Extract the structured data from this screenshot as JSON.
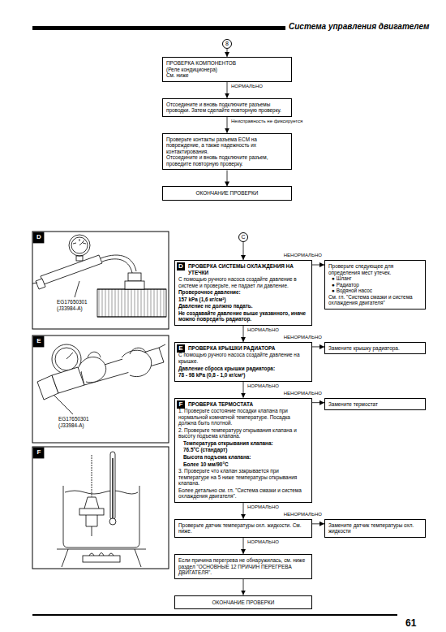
{
  "diagram": {
    "title": "Система управления двигателем",
    "nodes": [
      {
        "text": [
          "8"
        ]
      },
      {
        "text": [
          "ПРОВЕРКА КОМПОНЕНТОВ",
          "(Реле кондиционера)",
          "См. ниже"
        ]
      },
      {
        "text": [
          "Отсоедините и вновь подключите разъемы проводки. Затем сделайте повторную проверку."
        ]
      },
      {
        "text": [
          "Проверьте контакты разъема ECM на повреждение, а также надежность их контактирования.",
          "Отсоедините и вновь подключите разъем, проведите повторную проверку."
        ]
      },
      {
        "text": [
          "ОКОНЧАНИЕ ПРОВЕРКИ"
        ]
      },
      {
        "text": [
          "C"
        ]
      },
      {
        "text": [
          "ПРОВЕРКА СИСТЕМЫ ОХЛАЖДЕНИЯ НА УТЕЧКИ",
          "С помощью ручного насоса создайте давление в системе и проверьте, не падает ли давление.",
          "Проверочное давление:",
          "157 kPa (1,6 кг/см²)",
          "Давление не должно падать.",
          "Не создавайте давление выше указанного, иначе можно повредить радиатор."
        ]
      },
      {
        "text": [
          "D"
        ],
        "in": 6
      },
      {
        "text": [
          "Проверьте следующее для определения мест утечек.",
          "● Шланг",
          "● Радиатор",
          "● Водяной насос",
          "См. гл. \"Система смазки и система охлаждения двигателя\""
        ]
      },
      {
        "text": [
          "ПРОВЕРКА КРЫШКИ РАДИАТОРА",
          "С помощью ручного насоса создайте давление на крышке.",
          "Давление сброса крышки радиатора:",
          "78 - 98 kPa (0,8 - 1,0 кг/см²)"
        ]
      },
      {
        "text": [
          "E"
        ],
        "in": 9
      },
      {
        "text": [
          "Замените крышку радиатора."
        ]
      },
      {
        "text": [
          "ПРОВЕРКА ТЕРМОСТАТА",
          "1. Проверьте состояние посадки клапана при нормальной комнатной температуре. Посадка должна быть плотной.",
          "2. Проверьте температуру открывания клапана и высоту подъема клапана.",
          "Температура открывания клапана:",
          "76.5°C (стандарт)",
          "Высота подъема клапана:",
          "Более 10 мм/90°C",
          "3. Проверьте что клапан закрывается при температуре на 5 ниже температуры открывания клапана.",
          "Более детально см. гл. \"Система смазки и система охлаждения двигателя\"."
        ]
      },
      {
        "text": [
          "F"
        ],
        "in": 12
      },
      {
        "text": [
          "Замените термостат"
        ]
      },
      {
        "text": [
          "Проверьте датчик температуры охл. жидкости. См. ниже."
        ]
      },
      {
        "text": [
          "Замените датчик температуры охл. жидкости"
        ]
      },
      {
        "text": [
          "Если причина перегрева не обнаружилась, см. ниже раздел \"ОСНОВНЫЕ 12 ПРИЧИН ПЕРЕГРЕВА ДВИГАТЕЛЯ\"."
        ]
      },
      {
        "text": [
          "ОКОНЧАНИЕ ПРОВЕРКИ"
        ]
      }
    ],
    "edges": [
      {
        "from": 0,
        "to": 1,
        "arrow": "to"
      },
      {
        "from": 1,
        "to": 2,
        "label": "НОРМАЛЬНО",
        "arrow": "to"
      },
      {
        "from": 2,
        "to": 3,
        "label": "Неисправность не фиксируется",
        "arrow": "to"
      },
      {
        "from": 3,
        "to": 4,
        "arrow": "to"
      },
      {
        "from": 5,
        "to": 6,
        "arrow": "to"
      },
      {
        "from": 6,
        "to": 8,
        "label": "НЕНОРМАЛЬНО",
        "arrow": "to"
      },
      {
        "from": 6,
        "to": 9,
        "label": "НОРМАЛЬНО",
        "arrow": "to"
      },
      {
        "from": 9,
        "to": 11,
        "label": "НЕНОРМАЛЬНО",
        "arrow": "to"
      },
      {
        "from": 9,
        "to": 12,
        "label": "НОРМАЛЬНО",
        "arrow": "to"
      },
      {
        "from": 12,
        "to": 14,
        "label": "НЕНОРМАЛЬНО",
        "arrow": "to"
      },
      {
        "from": 12,
        "to": 15,
        "label": "НОРМАЛЬНО",
        "arrow": "to"
      },
      {
        "from": 15,
        "to": 16,
        "label": "НЕНОРМАЛЬНО",
        "arrow": "to"
      },
      {
        "from": 15,
        "to": 17,
        "label": "НОРМАЛЬНО",
        "arrow": "to"
      },
      {
        "from": 17,
        "to": 18,
        "arrow": "to"
      }
    ],
    "labels": [
      "D",
      "EG17650301 (J33984-A)",
      "E",
      "EG17650301 (J33984-A)",
      "F",
      "61"
    ]
  }
}
